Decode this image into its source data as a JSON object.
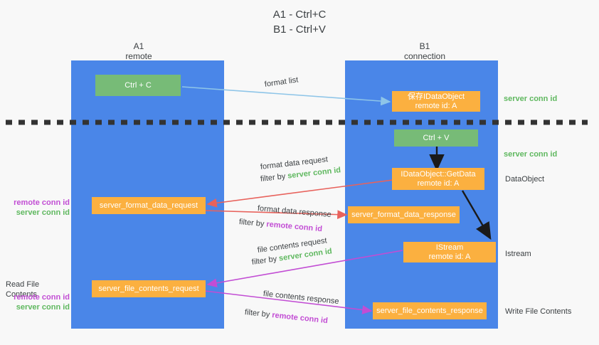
{
  "title": {
    "line1": "A1 - Ctrl+C",
    "line2": "B1 - Ctrl+V"
  },
  "columns": [
    {
      "name": "A1",
      "sub": "remote"
    },
    {
      "name": "B1",
      "sub": "connection"
    }
  ],
  "left_lane": {
    "boxes": [
      {
        "id": "ctrl-c",
        "label": "Ctrl + C",
        "style": "green"
      },
      {
        "id": "server-format-data-request",
        "label": "server_format_data_request",
        "style": "orange"
      },
      {
        "id": "server-file-contents-request",
        "label": "server_file_contents_request",
        "style": "orange"
      }
    ]
  },
  "right_lane": {
    "boxes": [
      {
        "id": "save-idataobject",
        "line1": "保存IDataObject",
        "line2": "remote id: A",
        "style": "orange"
      },
      {
        "id": "ctrl-v",
        "line1": "Ctrl + V",
        "line2": "",
        "style": "green"
      },
      {
        "id": "idataobject-getdata",
        "line1": "IDataObject::GetData",
        "line2": "remote id: A",
        "style": "orange"
      },
      {
        "id": "server-format-data-response",
        "line1": "server_format_data_response",
        "line2": "",
        "style": "orange"
      },
      {
        "id": "istream",
        "line1": "IStream",
        "line2": "remote id: A",
        "style": "orange"
      },
      {
        "id": "server-file-contents-response",
        "line1": "server_file_contents_response",
        "line2": "",
        "style": "orange"
      }
    ]
  },
  "arrow_labels": [
    {
      "id": "format-list",
      "text": "format list"
    },
    {
      "id": "format-data-request",
      "text": "format data request"
    },
    {
      "id": "format-data-request-filter",
      "prefix": "filter by ",
      "token": "server conn id",
      "token_color": "green"
    },
    {
      "id": "format-data-response",
      "text": "format data response"
    },
    {
      "id": "format-data-response-filter",
      "prefix": "filter by ",
      "token": "remote conn id",
      "token_color": "purple"
    },
    {
      "id": "file-contents-request",
      "text": "file contents request"
    },
    {
      "id": "file-contents-request-filter",
      "prefix": "filter by ",
      "token": "server conn id",
      "token_color": "green"
    },
    {
      "id": "file-contents-response",
      "text": "file contents response"
    },
    {
      "id": "file-contents-response-filter",
      "prefix": "filter by ",
      "token": "remote conn id",
      "token_color": "purple"
    }
  ],
  "left_annotations": [
    {
      "id": "left-conn-ids-1-remote",
      "text": "remote conn id",
      "color": "purple"
    },
    {
      "id": "left-conn-ids-1-server",
      "text": "server conn id",
      "color": "green"
    },
    {
      "id": "read-file-contents",
      "text": "Read File Contents",
      "color": "dark"
    },
    {
      "id": "left-conn-ids-2-remote",
      "text": "remote conn id",
      "color": "purple"
    },
    {
      "id": "left-conn-ids-2-server",
      "text": "server conn id",
      "color": "green"
    }
  ],
  "right_annotations": [
    {
      "id": "server-conn-id-1",
      "text": "server conn id",
      "color": "green"
    },
    {
      "id": "server-conn-id-2",
      "text": "server conn id",
      "color": "green"
    },
    {
      "id": "dataobject",
      "text": "DataObject",
      "color": "dark"
    },
    {
      "id": "istream-label",
      "text": "Istream",
      "color": "dark"
    },
    {
      "id": "write-file-contents",
      "text": "Write File Contents",
      "color": "dark"
    }
  ],
  "colors": {
    "lane": "#4a86e8",
    "green_box": "#77bb77",
    "orange_box": "#fbb040",
    "arrow_light_blue": "#8ec5e8",
    "arrow_red": "#e8625c",
    "arrow_purple": "#c24dd4",
    "arrow_black": "#1a1a1a",
    "background": "#f8f8f8",
    "divider": "#333333"
  }
}
